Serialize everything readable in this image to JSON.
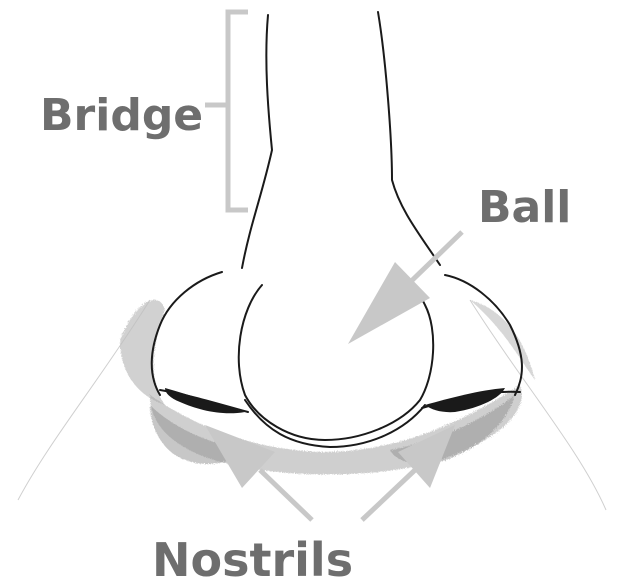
{
  "labels": {
    "bridge": "Bridge",
    "ball": "Ball",
    "nostrils": "Nostrils"
  },
  "colors": {
    "label": "#6e6e6e",
    "arrow": "#c8c8c8",
    "line": "#1a1a1a",
    "shading": "#8a8a8a"
  }
}
